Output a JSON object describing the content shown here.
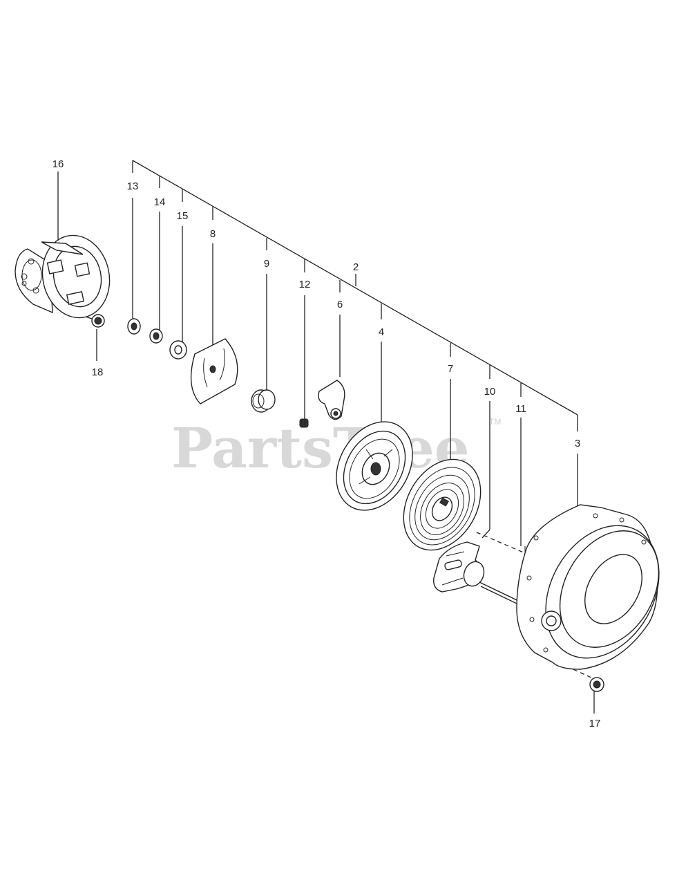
{
  "watermark": {
    "text": "PartsTree",
    "trademark": "TM"
  },
  "callouts": [
    {
      "id": "16",
      "label": "16"
    },
    {
      "id": "18",
      "label": "18"
    },
    {
      "id": "13",
      "label": "13"
    },
    {
      "id": "14",
      "label": "14"
    },
    {
      "id": "15",
      "label": "15"
    },
    {
      "id": "8",
      "label": "8"
    },
    {
      "id": "9",
      "label": "9"
    },
    {
      "id": "12",
      "label": "12"
    },
    {
      "id": "2",
      "label": "2"
    },
    {
      "id": "6",
      "label": "6"
    },
    {
      "id": "4",
      "label": "4"
    },
    {
      "id": "7",
      "label": "7"
    },
    {
      "id": "10",
      "label": "10"
    },
    {
      "id": "11",
      "label": "11"
    },
    {
      "id": "3",
      "label": "3"
    },
    {
      "id": "17",
      "label": "17"
    }
  ]
}
